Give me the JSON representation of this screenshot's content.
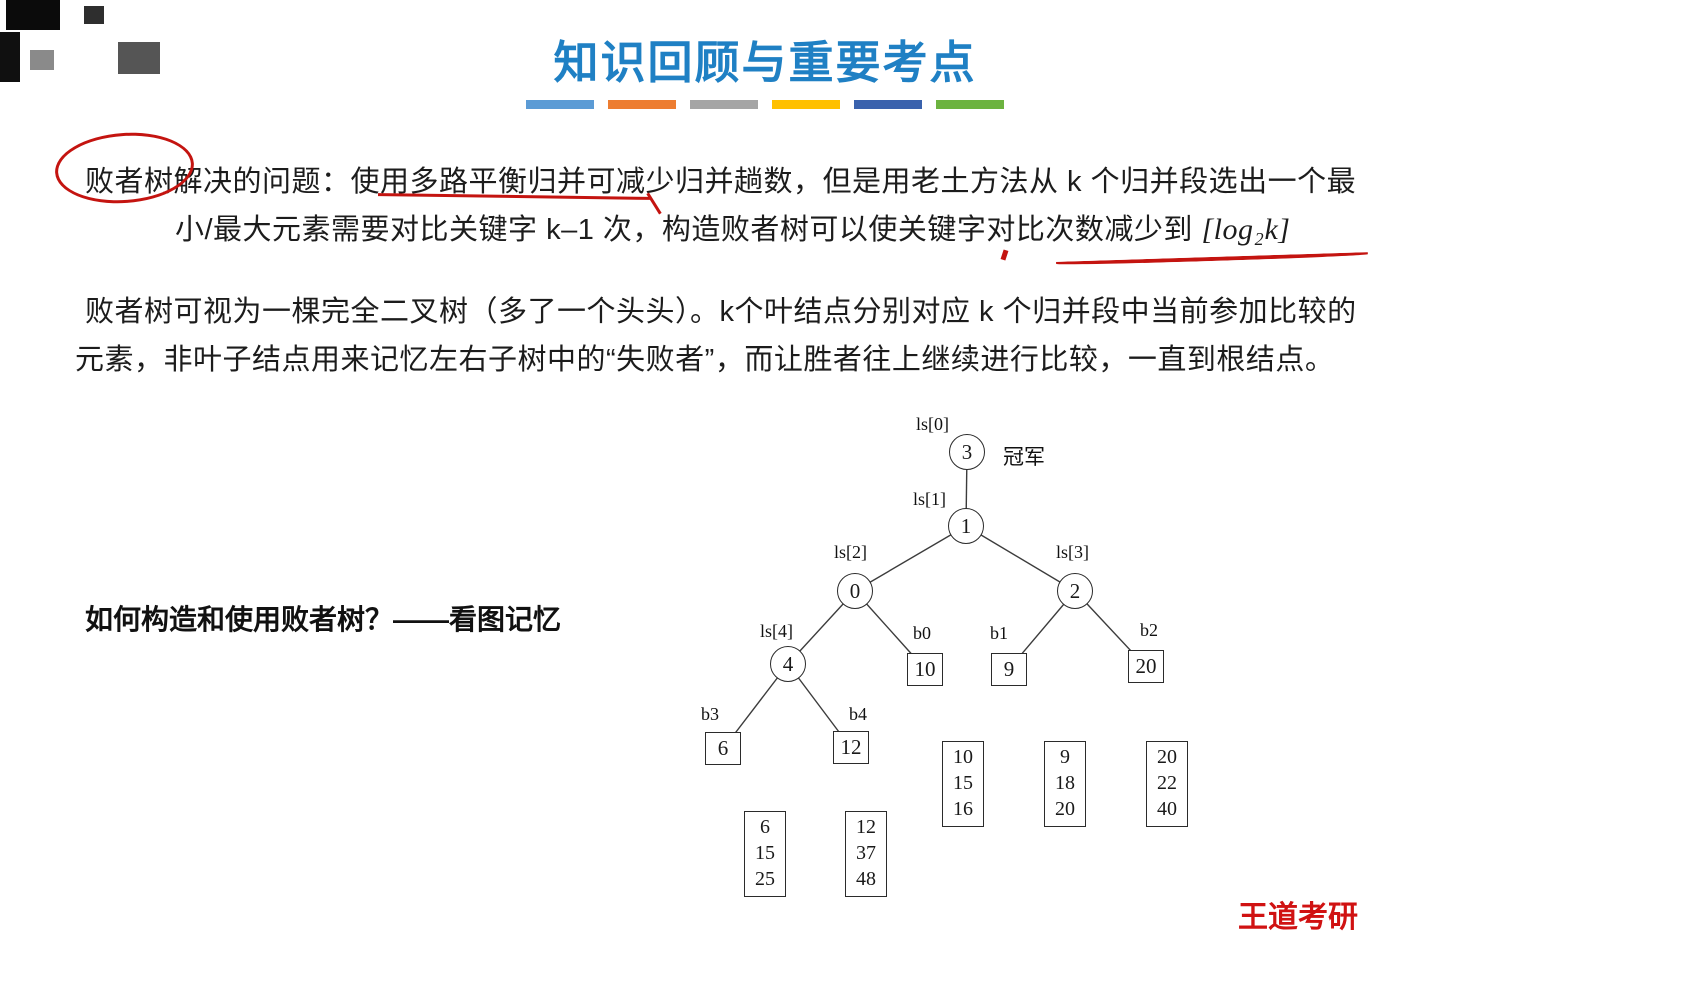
{
  "slide": {
    "title": "知识回顾与重要考点",
    "watermark": "王道考研"
  },
  "colors": {
    "title_blue": "#1f80c4",
    "annotation_red": "#c41410",
    "watermark_red": "#d01212"
  },
  "divider": {
    "colors": [
      "#5B9BD5",
      "#ED7D31",
      "#A5A5A5",
      "#FFC000",
      "#3A62AD",
      "#6CB33F"
    ]
  },
  "paragraph1": {
    "line1": "败者树解决的问题：使用多路平衡归并可减少归并趟数，但是用老土方法从 k 个归并段选出一个最",
    "line2_text": "小/最大元素需要对比关键字 k–1 次，构造败者树可以使关键字对比次数减少到 ",
    "line2_math": "[log₂k]"
  },
  "paragraph2": {
    "line1": "败者树可视为一棵完全二叉树（多了一个头头）。k个叶结点分别对应 k 个归并段中当前参加比较的",
    "line2": "元素，非叶子结点用来记忆左右子树中的“失败者”，而让胜者往上继续进行比较，一直到根结点。"
  },
  "question": "如何构造和使用败者树？——看图记忆",
  "tree": {
    "champion_label": "冠军",
    "nodes": [
      {
        "tag": "ls[0]",
        "value": "3",
        "shape": "circle"
      },
      {
        "tag": "ls[1]",
        "value": "1",
        "shape": "circle"
      },
      {
        "tag": "ls[2]",
        "value": "0",
        "shape": "circle"
      },
      {
        "tag": "ls[3]",
        "value": "2",
        "shape": "circle"
      },
      {
        "tag": "ls[4]",
        "value": "4",
        "shape": "circle"
      },
      {
        "tag": "b0",
        "value": "10",
        "shape": "square"
      },
      {
        "tag": "b1",
        "value": "9",
        "shape": "square"
      },
      {
        "tag": "b2",
        "value": "20",
        "shape": "square"
      },
      {
        "tag": "b3",
        "value": "6",
        "shape": "square"
      },
      {
        "tag": "b4",
        "value": "12",
        "shape": "square"
      }
    ],
    "columns": [
      {
        "run": "b0",
        "values": [
          "10",
          "15",
          "16"
        ]
      },
      {
        "run": "b1",
        "values": [
          "9",
          "18",
          "20"
        ]
      },
      {
        "run": "b2",
        "values": [
          "20",
          "22",
          "40"
        ]
      },
      {
        "run": "b3",
        "values": [
          "6",
          "15",
          "25"
        ]
      },
      {
        "run": "b4",
        "values": [
          "12",
          "37",
          "48"
        ]
      }
    ]
  }
}
